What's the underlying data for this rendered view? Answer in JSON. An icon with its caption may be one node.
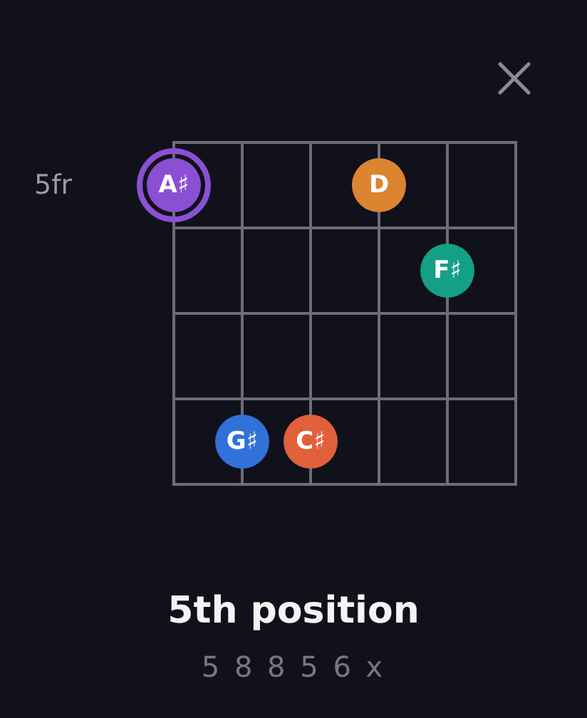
{
  "diagram": {
    "title": "5th position",
    "nodes": [
      {
        "text": [
          "A♯"
        ]
      },
      {
        "text": [
          "D"
        ]
      },
      {
        "text": [
          "F♯"
        ]
      },
      {
        "text": [
          "G♯"
        ]
      },
      {
        "text": [
          "C♯"
        ]
      }
    ],
    "labels": [
      "5fr",
      "5 8 8 5 6 x"
    ]
  }
}
